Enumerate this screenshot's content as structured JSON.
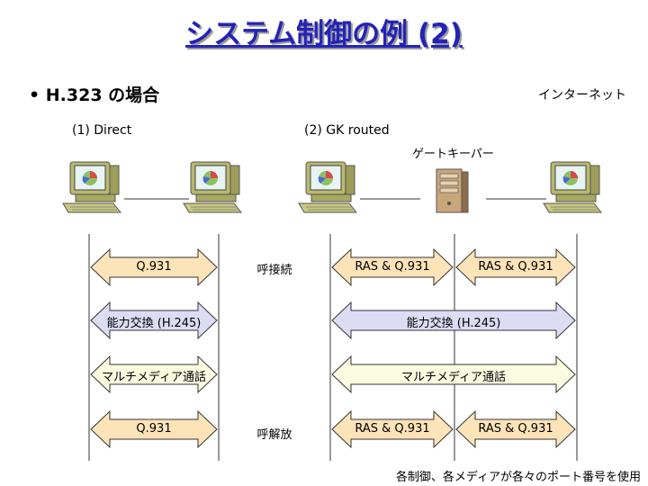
{
  "title": "システム制御の例 (2)",
  "bullet": "• H.323 の場合",
  "internet_label": "インターネット",
  "direct_label": "(1) Direct",
  "gk_routed_label": "(2) GK routed",
  "gatekeeper_label": "ゲートキーパー",
  "colors": {
    "title": "#2323b8",
    "q931_fill": "#fde3b8",
    "capability_fill": "#dcdcf5",
    "multimedia_fill": "#fbfbe0",
    "arrow_stroke": "#333333"
  },
  "flows": {
    "direct": {
      "setup": "Q.931",
      "capability": "能力交換 (H.245)",
      "multimedia": "マルチメディア通話",
      "release": "Q.931"
    },
    "phases": {
      "setup": "呼接続",
      "release": "呼解放"
    },
    "gk": {
      "setup_left": "RAS & Q.931",
      "setup_right": "RAS & Q.931",
      "capability": "能力交換 (H.245)",
      "multimedia": "マルチメディア通話",
      "release_left": "RAS & Q.931",
      "release_right": "RAS & Q.931"
    }
  },
  "footer_note": "各制御、各メディアが各々のポート番号を使用"
}
